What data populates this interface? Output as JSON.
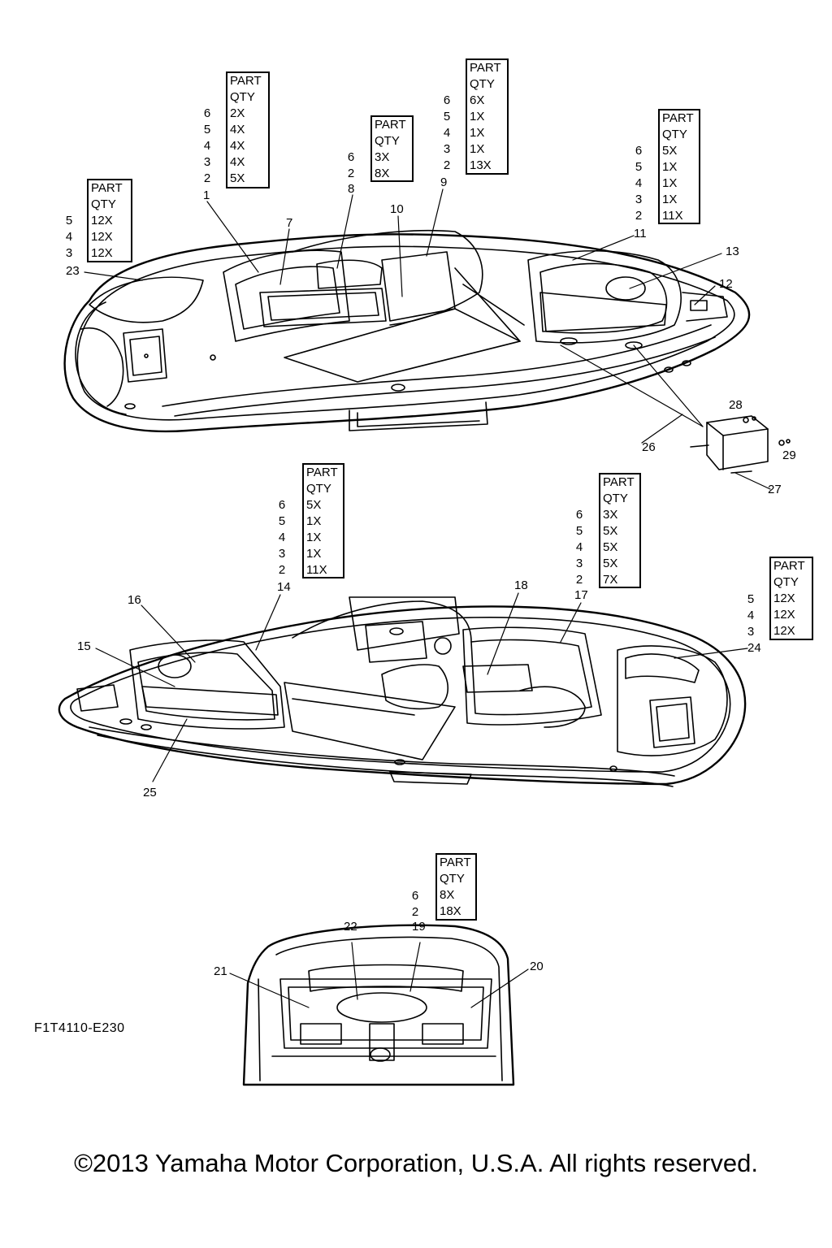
{
  "qty_tables": [
    {
      "id": "t1",
      "header_1": "PART",
      "header_2": "QTY",
      "parts": [
        "6",
        "5",
        "4",
        "3",
        "2"
      ],
      "qtys": [
        "2X",
        "4X",
        "4X",
        "4X",
        "5X"
      ]
    },
    {
      "id": "t2",
      "header_1": "PART",
      "header_2": "QTY",
      "parts": [
        "5",
        "4",
        "3"
      ],
      "qtys": [
        "12X",
        "12X",
        "12X"
      ]
    },
    {
      "id": "t3",
      "header_1": "PART",
      "header_2": "QTY",
      "parts": [
        "6",
        "2"
      ],
      "qtys": [
        "3X",
        "8X"
      ]
    },
    {
      "id": "t4",
      "header_1": "PART",
      "header_2": "QTY",
      "parts": [
        "6",
        "5",
        "4",
        "3",
        "2"
      ],
      "qtys": [
        "6X",
        "1X",
        "1X",
        "1X",
        "13X"
      ]
    },
    {
      "id": "t5",
      "header_1": "PART",
      "header_2": "QTY",
      "parts": [
        "6",
        "5",
        "4",
        "3",
        "2"
      ],
      "qtys": [
        "5X",
        "1X",
        "1X",
        "1X",
        "11X"
      ]
    },
    {
      "id": "t6",
      "header_1": "PART",
      "header_2": "QTY",
      "parts": [
        "6",
        "5",
        "4",
        "3",
        "2"
      ],
      "qtys": [
        "5X",
        "1X",
        "1X",
        "1X",
        "11X"
      ]
    },
    {
      "id": "t7",
      "header_1": "PART",
      "header_2": "QTY",
      "parts": [
        "6",
        "5",
        "4",
        "3",
        "2"
      ],
      "qtys": [
        "3X",
        "5X",
        "5X",
        "5X",
        "7X"
      ]
    },
    {
      "id": "t8",
      "header_1": "PART",
      "header_2": "QTY",
      "parts": [
        "5",
        "4",
        "3"
      ],
      "qtys": [
        "12X",
        "12X",
        "12X"
      ]
    },
    {
      "id": "t9",
      "header_1": "PART",
      "header_2": "QTY",
      "parts": [
        "6",
        "2"
      ],
      "qtys": [
        "8X",
        "18X"
      ]
    }
  ],
  "callouts": [
    "1",
    "7",
    "8",
    "9",
    "10",
    "11",
    "12",
    "13",
    "14",
    "15",
    "16",
    "17",
    "18",
    "19",
    "20",
    "21",
    "22",
    "23",
    "24",
    "25",
    "26",
    "27",
    "28",
    "29"
  ],
  "drawing_code": "F1T4110-E230",
  "copyright": "©2013 Yamaha Motor Corporation, U.S.A. All rights reserved."
}
